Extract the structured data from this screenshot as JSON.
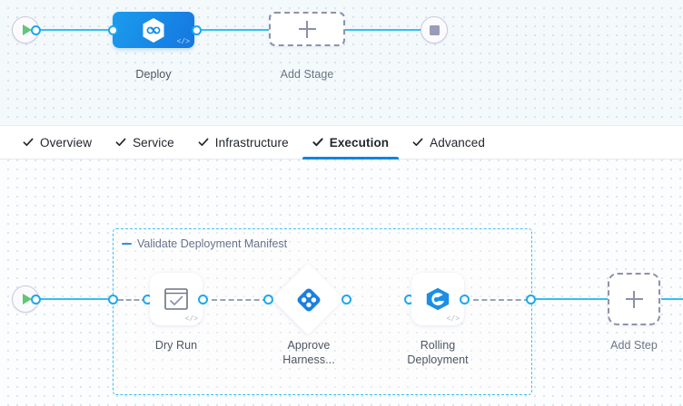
{
  "stage_canvas": {
    "start_node": {
      "name": "pipeline-start",
      "icon": "play-icon"
    },
    "end_node": {
      "name": "pipeline-end",
      "icon": "stop-icon"
    },
    "stage": {
      "label": "Deploy",
      "icon": "harness-cd-hexagon-icon",
      "code_badge": "</>"
    },
    "add_stage": {
      "label": "Add Stage",
      "icon": "plus-icon"
    }
  },
  "tabs": {
    "check_icon": "check-icon",
    "active": "Execution",
    "items": [
      {
        "label": "Overview",
        "active": false
      },
      {
        "label": "Service",
        "active": false
      },
      {
        "label": "Infrastructure",
        "active": false
      },
      {
        "label": "Execution",
        "active": true
      },
      {
        "label": "Advanced",
        "active": false
      }
    ]
  },
  "step_canvas": {
    "start_node": {
      "name": "execution-start",
      "icon": "play-icon"
    },
    "group": {
      "title": "Validate Deployment Manifest",
      "collapse_icon": "collapse-minus-icon"
    },
    "steps": [
      {
        "label": "Dry Run",
        "icon": "shell-script-check-icon",
        "shape": "rounded-square",
        "code_badge": "</>"
      },
      {
        "label_line1": "Approve",
        "label_line2": "Harness...",
        "icon": "harness-approval-icon",
        "shape": "diamond",
        "code_badge": ""
      },
      {
        "label_line1": "Rolling",
        "label_line2": "Deployment",
        "icon": "kubernetes-rolling-icon",
        "shape": "rounded-square",
        "code_badge": "</>"
      }
    ],
    "add_step": {
      "label": "Add Step",
      "icon": "plus-icon"
    }
  },
  "colors": {
    "accent_blue": "#0a86dd",
    "connector_blue": "#33c0f2",
    "port_blue": "#1ba8ef",
    "group_border": "#3ec0f0",
    "stage_blue": "#1577e0",
    "play_green": "#5fc777",
    "stop_gray": "#9a9bbb",
    "dashed_gray": "#8e92ab",
    "canvas_top": "#f4f9fc",
    "canvas_bottom": "#fcfdfe"
  }
}
